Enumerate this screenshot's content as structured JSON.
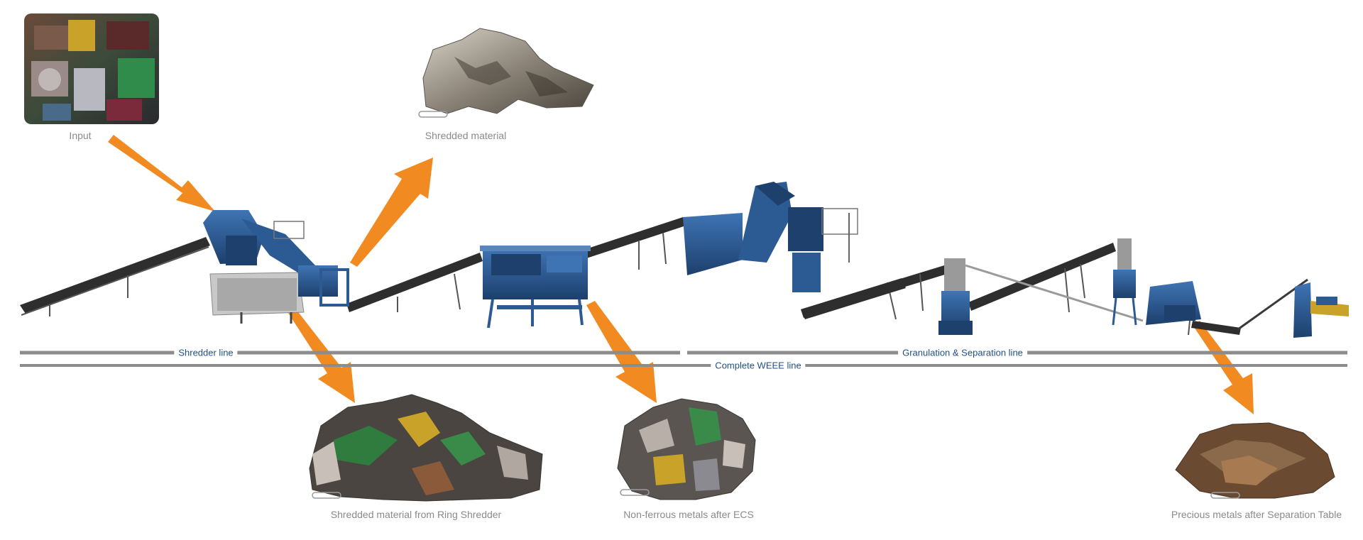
{
  "labels": {
    "input": "Input",
    "shredded": "Shredded material",
    "ring": "Shredded material from Ring Shredder",
    "nonferrous": "Non-ferrous metals after ECS",
    "precious": "Precious metals after Separation Table"
  },
  "lines": {
    "shredder": "Shredder line",
    "granulation": "Granulation & Separation line",
    "weee": "Complete WEEE line"
  },
  "colors": {
    "arrow": "#f28a22",
    "machine": "#2c5a93",
    "conveyor": "#2e2e2e",
    "line_rule": "#8c8c8c",
    "line_text": "#1f4f86",
    "label_text": "#8a8a8a"
  }
}
